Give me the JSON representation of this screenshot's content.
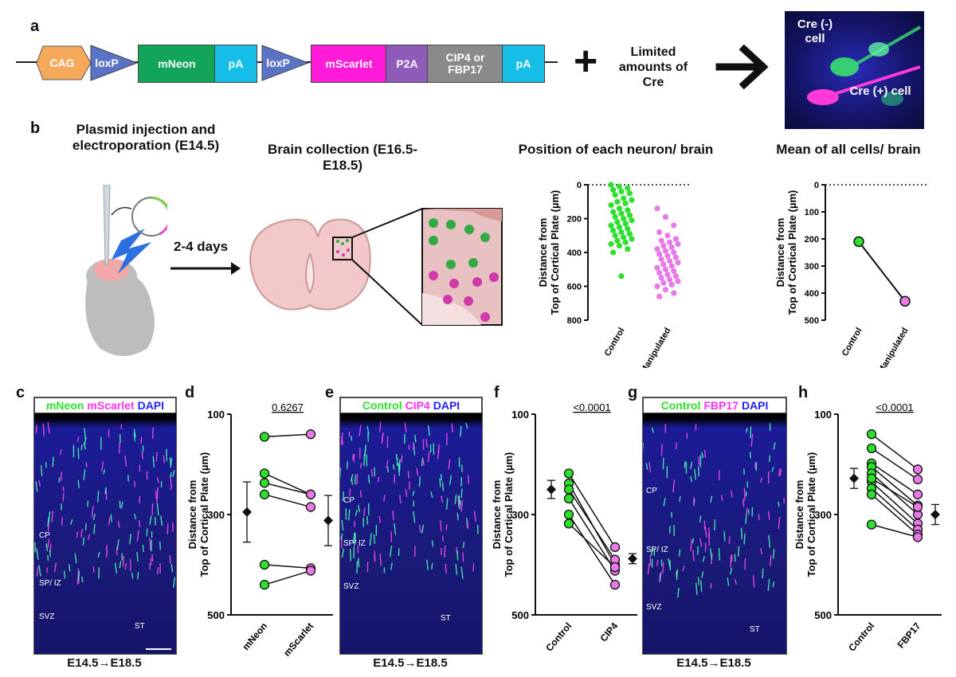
{
  "panel_labels": [
    "a",
    "b",
    "c",
    "d",
    "e",
    "f",
    "g",
    "h"
  ],
  "construct": {
    "elements": [
      {
        "label": "CAG",
        "color": "#f7a95b",
        "text_color": "#ffffff"
      },
      {
        "label": "loxP",
        "color": "#5b73c4",
        "text_color": "#ffffff"
      },
      {
        "label": "mNeon",
        "color": "#12a55a",
        "text_color": "#ffffff"
      },
      {
        "label": "pA",
        "color": "#17bfe8",
        "text_color": "#ffffff"
      },
      {
        "label": "loxP",
        "color": "#5b73c4",
        "text_color": "#ffffff"
      },
      {
        "label": "mScarlet",
        "color": "#ff1bd8",
        "text_color": "#ffffff"
      },
      {
        "label": "P2A",
        "color": "#8e5bb8",
        "text_color": "#ffffff"
      },
      {
        "label": "CIP4 or FBP17",
        "color": "#8a8a8a",
        "text_color": "#ffffff"
      },
      {
        "label": "pA",
        "color": "#17bfe8",
        "text_color": "#ffffff"
      }
    ],
    "plus": "+",
    "cre_text": "Limited amounts of Cre",
    "arrow": "→",
    "cell_neg": "Cre (-) cell",
    "cell_pos": "Cre (+) cell"
  },
  "workflow": {
    "step1": "Plasmid injection and electroporation (E14.5)",
    "interval": "2-4 days",
    "step2": "Brain collection (E16.5-E18.5)",
    "plot1_title": "Position of each neuron/ brain",
    "plot2_title": "Mean of all cells/ brain"
  },
  "colors": {
    "green": "#2ee02e",
    "magenta": "#e87ae8",
    "dark": "#111111"
  },
  "ylabel": "Distance from Top of Cortical Plate (µm)",
  "micrographs": {
    "c": {
      "title_parts": [
        {
          "text": "mNeon",
          "color": "#2ee02e"
        },
        {
          "text": "mScarlet",
          "color": "#ff33ee"
        },
        {
          "text": "DAPI",
          "color": "#2222ee"
        }
      ],
      "caption": "E14.5→E18.5"
    },
    "e": {
      "title_parts": [
        {
          "text": "Control",
          "color": "#2ee02e"
        },
        {
          "text": "CIP4",
          "color": "#ff33ee"
        },
        {
          "text": "DAPI",
          "color": "#2222ee"
        }
      ],
      "caption": "E14.5→E18.5"
    },
    "g": {
      "title_parts": [
        {
          "text": "Control",
          "color": "#2ee02e"
        },
        {
          "text": "FBP17",
          "color": "#ff33ee"
        },
        {
          "text": "DAPI",
          "color": "#2222ee"
        }
      ],
      "caption": "E14.5→E18.5"
    },
    "regions": [
      "CP",
      "SP/ IZ",
      "SVZ",
      "ST"
    ]
  },
  "chart_data": [
    {
      "id": "b-position",
      "type": "scatter",
      "title": "Position of each neuron/ brain",
      "ylabel": "Distance from Top of Cortical Plate (µm)",
      "categories": [
        "Control",
        "Manipulated"
      ],
      "ylim": [
        0,
        800
      ],
      "yticks": [
        0,
        200,
        400,
        600,
        800
      ],
      "y_inverted": true,
      "series": [
        {
          "category": "Control",
          "values": [
            0,
            10,
            20,
            30,
            40,
            50,
            60,
            80,
            90,
            100,
            110,
            120,
            140,
            150,
            160,
            170,
            180,
            190,
            200,
            210,
            220,
            230,
            240,
            250,
            260,
            270,
            280,
            290,
            300,
            310,
            320,
            330,
            340,
            350,
            360,
            380,
            400,
            540
          ]
        },
        {
          "category": "Manipulated",
          "values": [
            140,
            190,
            240,
            280,
            300,
            320,
            330,
            340,
            350,
            360,
            370,
            380,
            390,
            400,
            410,
            420,
            430,
            440,
            450,
            460,
            470,
            480,
            490,
            500,
            510,
            520,
            530,
            540,
            550,
            560,
            570,
            580,
            590,
            600,
            620,
            640,
            660
          ]
        }
      ]
    },
    {
      "id": "b-mean",
      "type": "line",
      "title": "Mean of all cells/ brain",
      "ylabel": "Distance from Top of Cortical Plate (µm)",
      "categories": [
        "Control",
        "Manipulated"
      ],
      "ylim": [
        0,
        500
      ],
      "yticks": [
        0,
        100,
        200,
        300,
        400,
        500
      ],
      "y_inverted": true,
      "values": [
        210,
        430
      ]
    },
    {
      "id": "d",
      "type": "paired",
      "pvalue": "0.6267",
      "ylabel": "Distance from Top of Cortical Plate (µm)",
      "categories": [
        "mNeon",
        "mScarlet"
      ],
      "ylim": [
        100,
        500
      ],
      "yticks": [
        100,
        300,
        500
      ],
      "y_inverted": true,
      "pairs": [
        [
          145,
          140
        ],
        [
          218,
          260
        ],
        [
          237,
          260
        ],
        [
          260,
          285
        ],
        [
          400,
          407
        ],
        [
          440,
          412
        ]
      ],
      "mean_left": [
        295,
        60
      ],
      "mean_right": [
        312,
        50
      ]
    },
    {
      "id": "f",
      "type": "paired",
      "pvalue": "<0.0001",
      "ylabel": "Distance from Top of Cortical Plate (µm)",
      "categories": [
        "Control",
        "CIP4"
      ],
      "ylim": [
        100,
        500
      ],
      "yticks": [
        100,
        300,
        500
      ],
      "y_inverted": true,
      "pairs": [
        [
          218,
          365
        ],
        [
          238,
          400
        ],
        [
          250,
          390
        ],
        [
          268,
          412
        ],
        [
          318,
          405
        ],
        [
          300,
          440
        ]
      ],
      "mean_left": [
        250,
        18
      ],
      "mean_right": [
        388,
        10
      ]
    },
    {
      "id": "h",
      "type": "paired",
      "pvalue": "<0.0001",
      "ylabel": "Distance from Top of Cortical Plate (µm)",
      "categories": [
        "Control",
        "FBP17"
      ],
      "ylim": [
        100,
        500
      ],
      "yticks": [
        100,
        300,
        500
      ],
      "y_inverted": true,
      "pairs": [
        [
          140,
          210
        ],
        [
          168,
          230
        ],
        [
          198,
          260
        ],
        [
          205,
          282
        ],
        [
          218,
          300
        ],
        [
          235,
          318
        ],
        [
          248,
          330
        ],
        [
          260,
          340
        ],
        [
          320,
          345
        ],
        [
          228,
          285
        ]
      ],
      "mean_left": [
        228,
        20
      ],
      "mean_right": [
        300,
        20
      ]
    }
  ]
}
